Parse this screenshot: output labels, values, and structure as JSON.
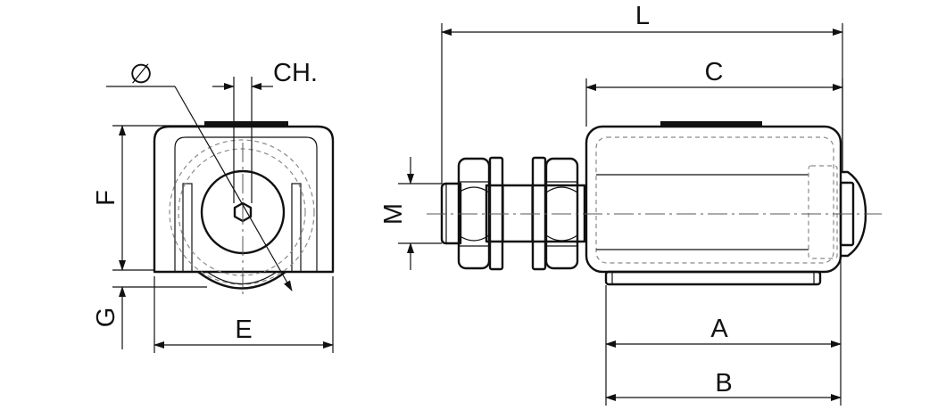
{
  "labels": {
    "L": "L",
    "C": "C",
    "A": "A",
    "B": "B",
    "M": "M",
    "F": "F",
    "G": "G",
    "E": "E",
    "CH": "CH.",
    "diameter": "∅"
  },
  "colors": {
    "line": "#111111",
    "hidden": "#8a8a8a",
    "background": "#ffffff"
  }
}
